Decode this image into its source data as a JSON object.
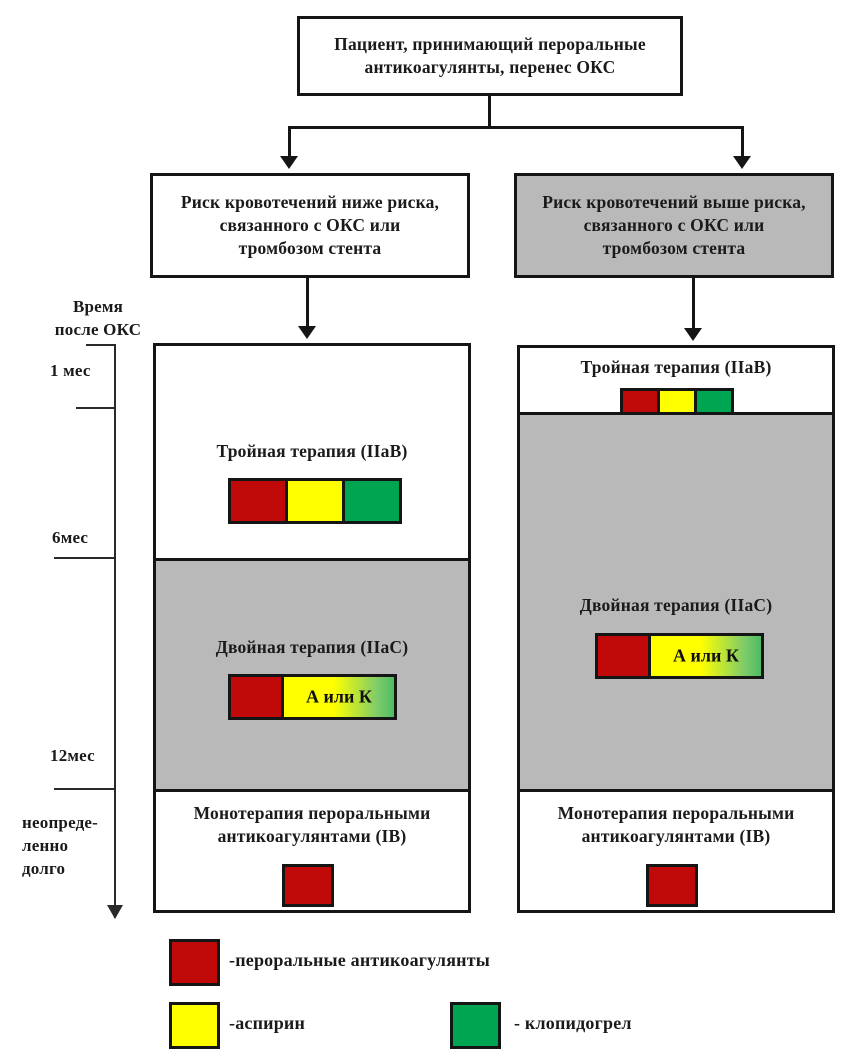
{
  "diagram": {
    "root": {
      "label": "Пациент, принимающий пероральные\nантикоагулянты, перенес ОКС"
    },
    "branches": [
      {
        "id": "low-risk",
        "label": "Риск кровотечений ниже риска,\nсвязанного с  ОКС или\nтромбозом стента",
        "fill": "#ffffff",
        "sections": [
          {
            "id": "triple",
            "title": "Тройная терапия (IIaB)",
            "fill": "#ffffff",
            "chips": [
              "red",
              "yellow",
              "green"
            ]
          },
          {
            "id": "dual",
            "title": "Двойная терапия (IIaC)",
            "fill": "#b9b9b9",
            "chips": [
              "red",
              "gradient"
            ],
            "chip_label": "А или К"
          },
          {
            "id": "mono",
            "title": "Монотерапия пероральными\nантикоагулянтами  (IB)",
            "fill": "#ffffff",
            "chips": [
              "red"
            ]
          }
        ]
      },
      {
        "id": "high-risk",
        "label": "Риск кровотечений выше риска,\nсвязанного с  ОКС или\nтромбозом стента",
        "fill": "#b9b9b9",
        "sections": [
          {
            "id": "triple",
            "title": "Тройная терапия (IIaB)",
            "fill": "#ffffff",
            "chips": [
              "red",
              "yellow",
              "green"
            ]
          },
          {
            "id": "dual",
            "title": "Двойная терапия (IIaC)",
            "fill": "#b9b9b9",
            "chips": [
              "red",
              "gradient"
            ],
            "chip_label": "А или К"
          },
          {
            "id": "mono",
            "title": "Монотерапия пероральными\nантикоагулянтами  (IB)",
            "fill": "#ffffff",
            "chips": [
              "red"
            ]
          }
        ]
      }
    ]
  },
  "timeline": {
    "title": "Время\nпосле ОКС",
    "marks": [
      {
        "id": "m1",
        "label": "1 мес"
      },
      {
        "id": "m6",
        "label": "6мес"
      },
      {
        "id": "m12",
        "label": "12мес"
      },
      {
        "id": "indef",
        "label": "неопреде-\nленно\nдолго"
      }
    ]
  },
  "legend": {
    "items": [
      {
        "id": "oac",
        "color": "#c00a0a",
        "label": "-пероральные антикоагулянты"
      },
      {
        "id": "aspirin",
        "color": "#ffff00",
        "label": "-аспирин"
      },
      {
        "id": "clopidogrel",
        "color": "#00a551",
        "label": "- клопидогрел"
      }
    ]
  },
  "colors": {
    "oac_red": "#c00a0a",
    "aspirin_yellow": "#ffff00",
    "clopidogrel_green": "#00a551",
    "shaded_gray": "#b9b9b9",
    "outline": "#151515"
  }
}
